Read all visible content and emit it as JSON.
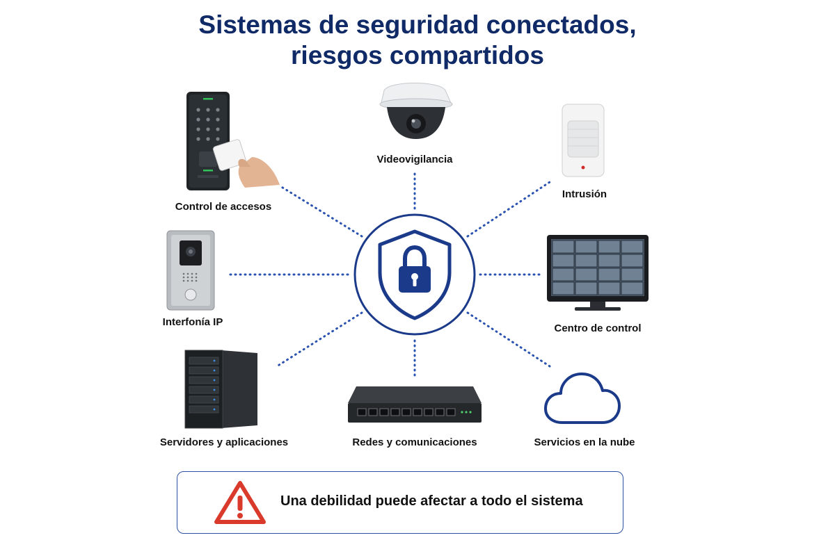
{
  "title": {
    "line1": "Sistemas de seguridad conectados,",
    "line2": "riesgos compartidos"
  },
  "hub": {
    "icon": "shield-lock-icon",
    "color": "#1b3a8a"
  },
  "nodes": [
    {
      "id": "access-control",
      "label": "Control de accesos",
      "icon": "keypad-card-reader-icon"
    },
    {
      "id": "video",
      "label": "Videovigilancia",
      "icon": "dome-camera-icon"
    },
    {
      "id": "intrusion",
      "label": "Intrusión",
      "icon": "motion-sensor-icon"
    },
    {
      "id": "intercom",
      "label": "Interfonía IP",
      "icon": "intercom-panel-icon"
    },
    {
      "id": "control-center",
      "label": "Centro de control",
      "icon": "monitor-icon"
    },
    {
      "id": "servers",
      "label": "Servidores y aplicaciones",
      "icon": "server-rack-icon"
    },
    {
      "id": "network",
      "label": "Redes y comunicaciones",
      "icon": "network-switch-icon"
    },
    {
      "id": "cloud",
      "label": "Servicios en la nube",
      "icon": "cloud-icon"
    }
  ],
  "warning": {
    "text": "Una debilidad puede afectar a todo el sistema",
    "icon": "warning-triangle-icon",
    "color": "#d93a2b"
  },
  "colors": {
    "title": "#0f2a66",
    "accent": "#1b3a8a",
    "connector": "#2a52b0"
  }
}
